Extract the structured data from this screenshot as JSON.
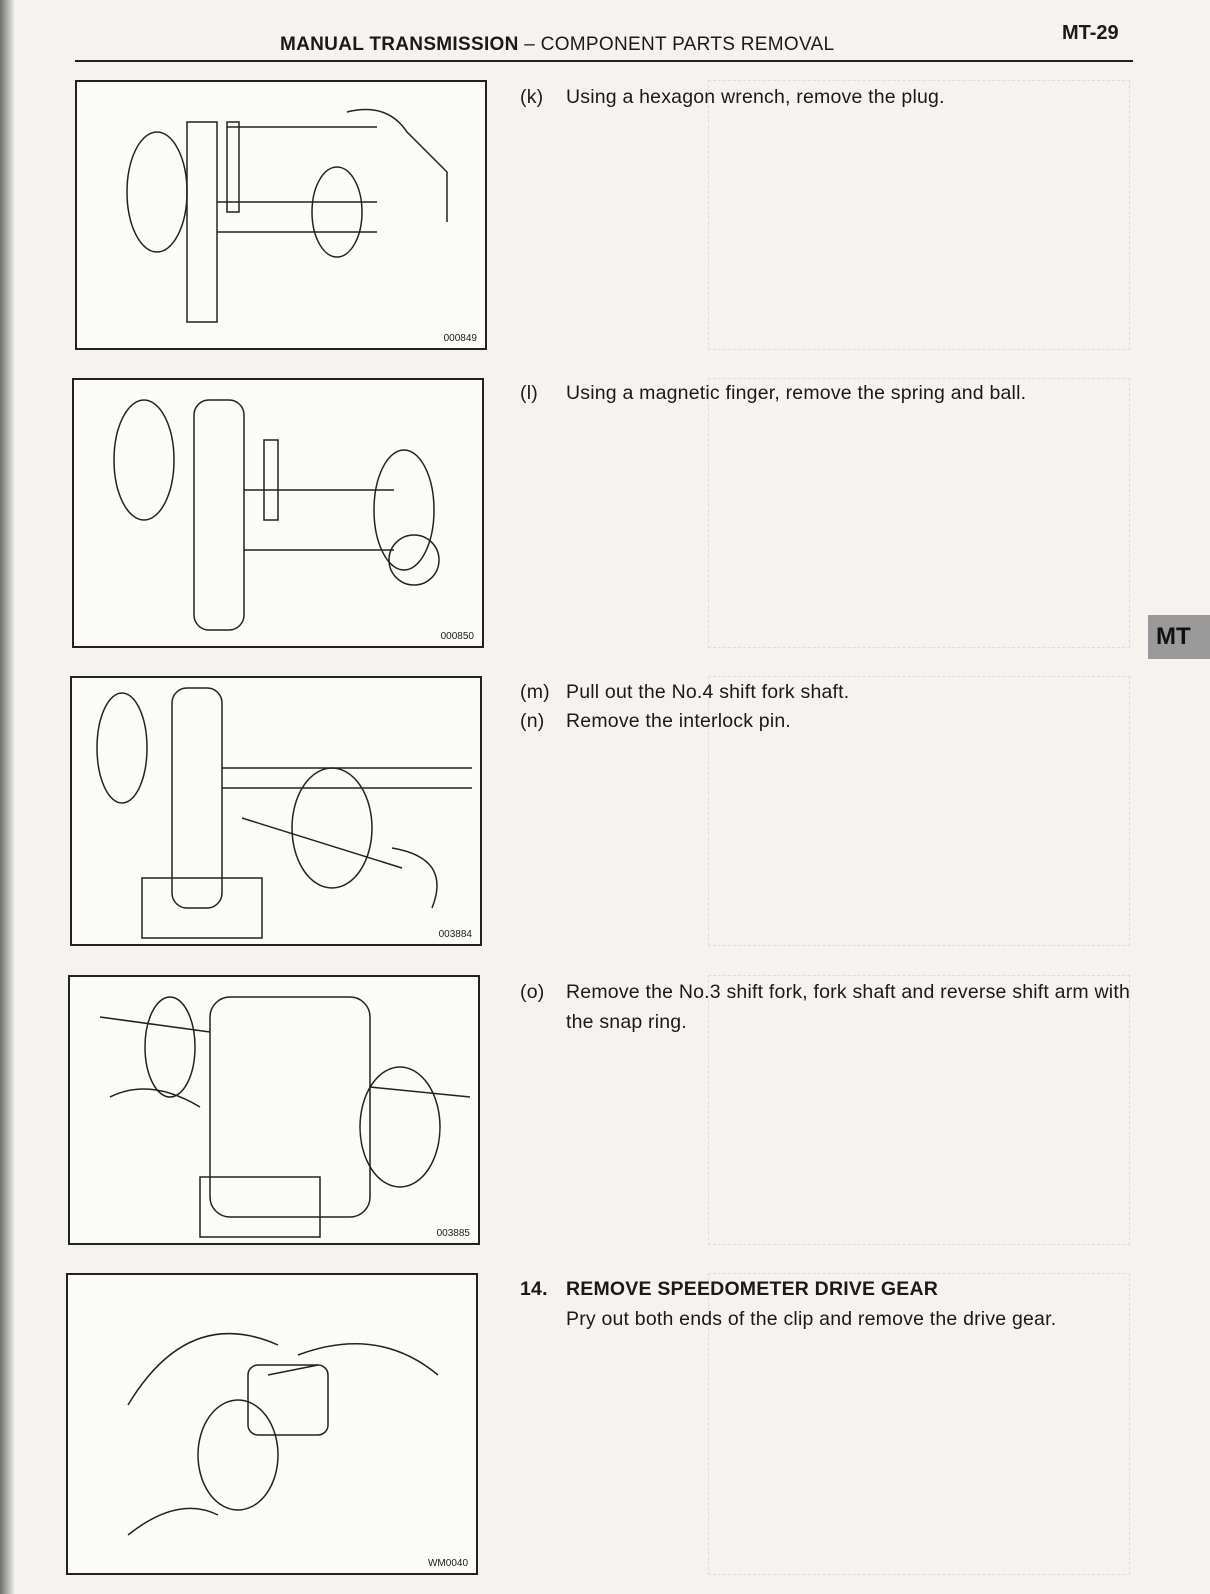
{
  "header": {
    "title": "MANUAL TRANSMISSION",
    "separator": " – ",
    "subtitle": "COMPONENT PARTS REMOVAL",
    "page_number": "MT-29"
  },
  "side_tab": "MT",
  "figures": [
    {
      "code": "000849"
    },
    {
      "code": "000850"
    },
    {
      "code": "003884"
    },
    {
      "code": "003885"
    },
    {
      "code": "WM0040"
    }
  ],
  "steps": [
    {
      "label": "(k)",
      "text": "Using a hexagon wrench, remove the plug."
    },
    {
      "label": "(l)",
      "text": "Using a magnetic finger, remove the spring and ball."
    },
    {
      "label": "(m)",
      "text": "Pull out the No.4 shift fork shaft."
    },
    {
      "label": "(n)",
      "text": "Remove the interlock pin."
    },
    {
      "label": "(o)",
      "text": "Remove the No.3 shift fork, fork shaft and reverse shift arm with the snap ring."
    }
  ],
  "section": {
    "number": "14.",
    "title": "REMOVE SPEEDOMETER DRIVE GEAR",
    "text": "Pry out both ends of the clip and remove the drive gear."
  }
}
